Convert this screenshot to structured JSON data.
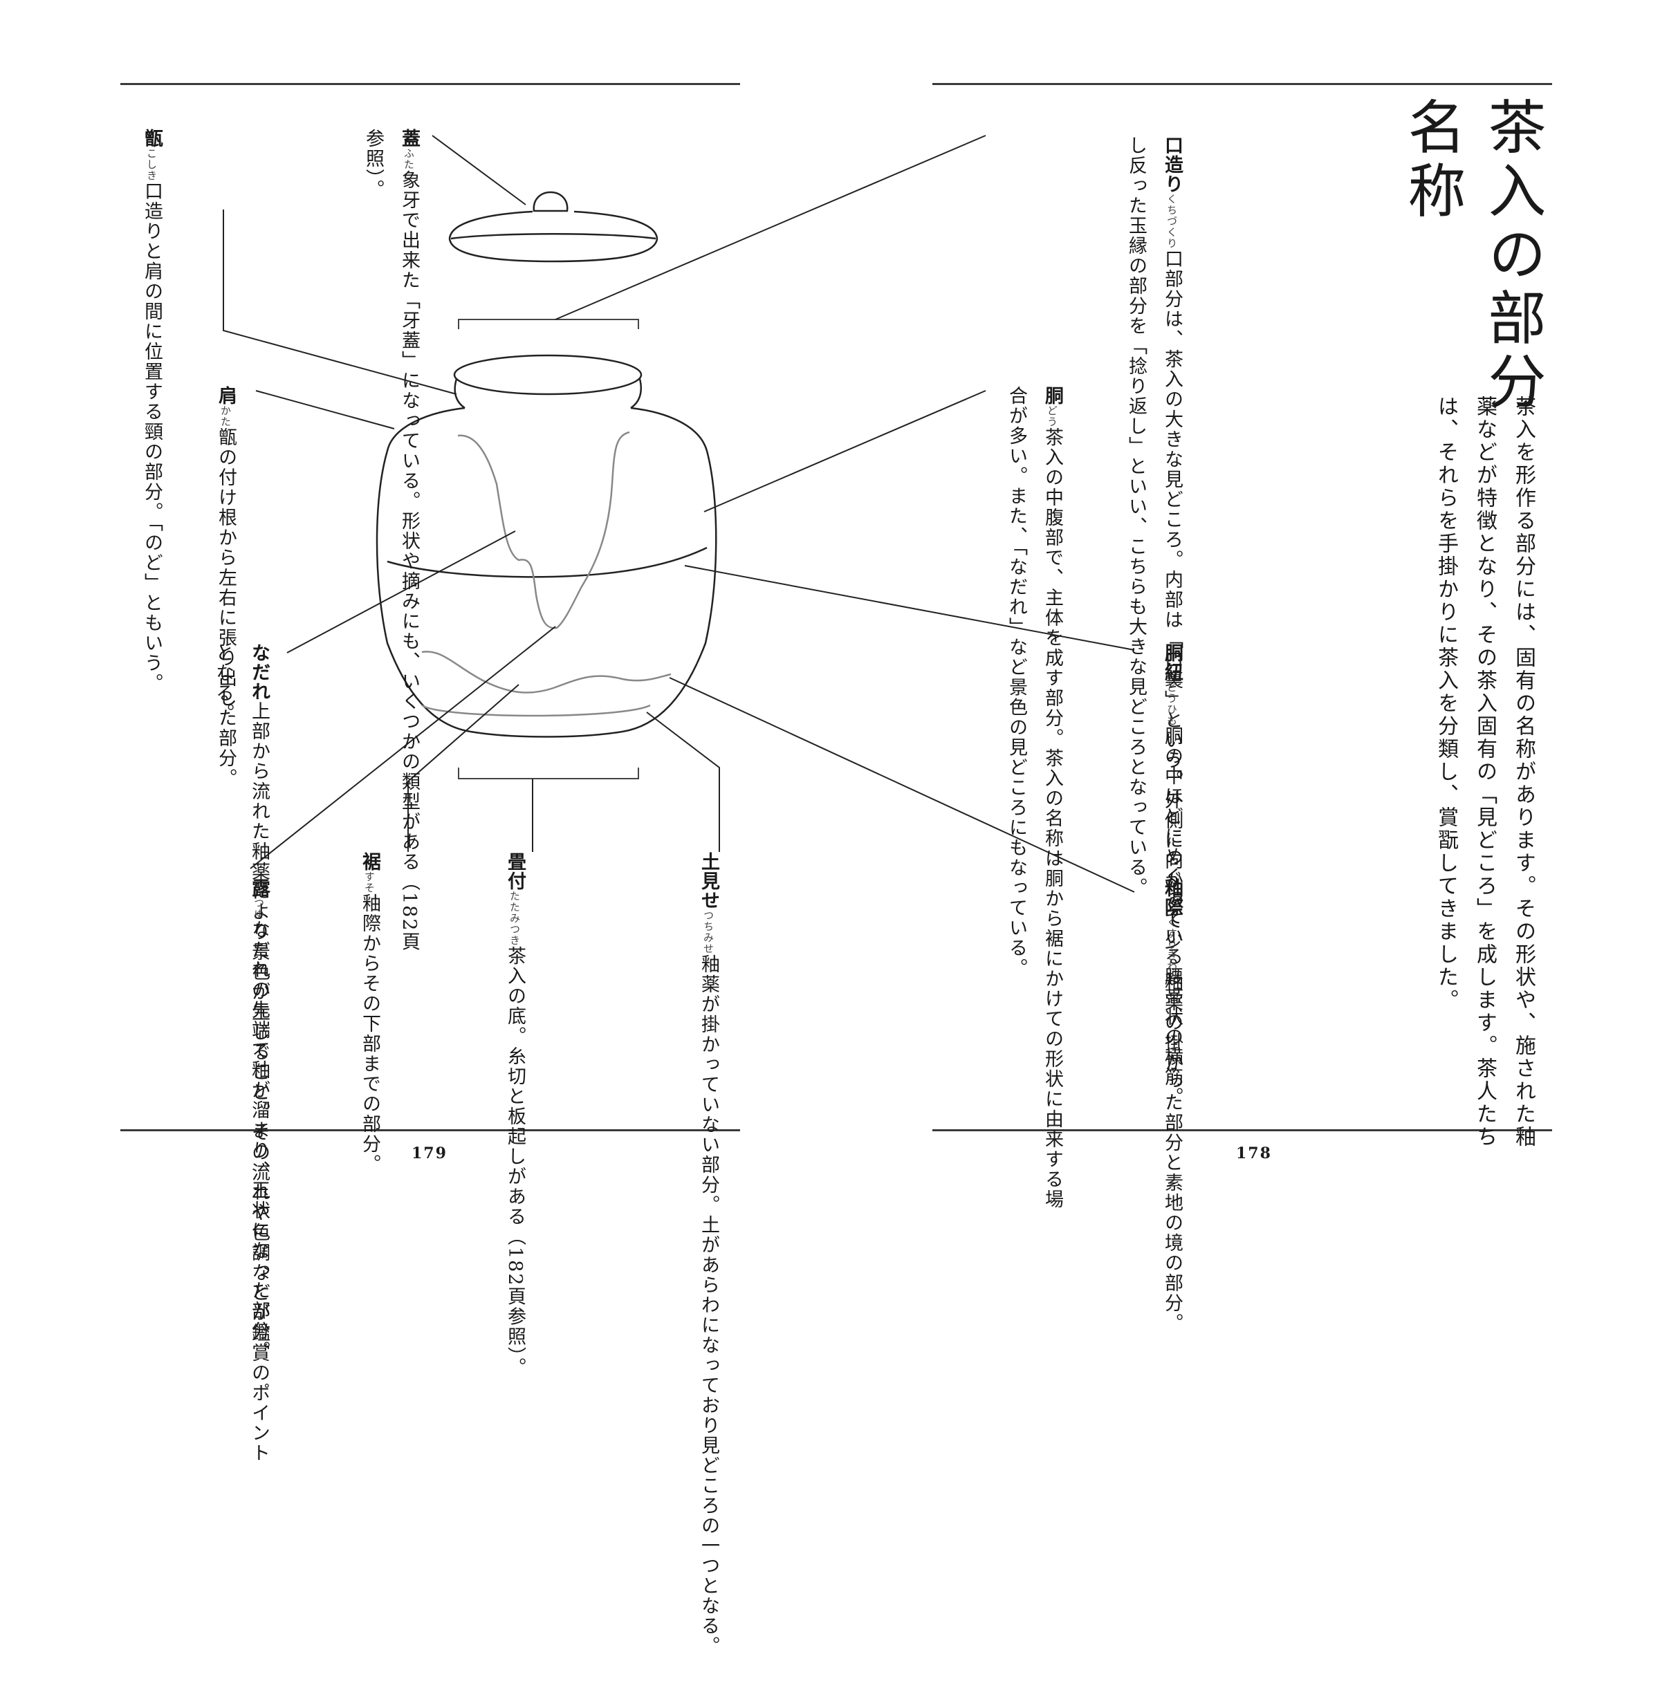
{
  "page_numbers": {
    "left": "179",
    "right": "178"
  },
  "heading": "茶入の部分名称",
  "intro": "茶入を形作る部分には、固有の名称があります。その形状や、施された釉薬などが特徴となり、その茶入固有の「見どころ」を成します。茶人たちは、それらを手掛かりに茶入を分類し、賞翫してきました。",
  "entries": {
    "kuchizukuri": {
      "title": "口造り",
      "reading": "くちづくり",
      "text": "口部分は、茶入の大きな見どころ。内部は「口裏」という。外側に向かって少し反った玉縁の部分を「捻り返し」といい、こちらも大きな見どころとなっている。"
    },
    "futa": {
      "title": "蓋",
      "reading": "ふた",
      "text": "象牙で出来た「牙蓋」になっている。形状や摘みにも、いくつかの類型がある（182頁参照）。"
    },
    "koshiki": {
      "title": "甑",
      "reading": "こしき",
      "text": "口造りと肩の間に位置する頸の部分。「のど」ともいう。"
    },
    "kata": {
      "title": "肩",
      "reading": "かた",
      "text": "甑の付け根から左右に張り出した部分。"
    },
    "dou": {
      "title": "胴",
      "reading": "どう",
      "text": "茶入の中腹部で、主体を成す部分。茶入の名称は胴から裾にかけての形状に由来する場合が多い。また、「なだれ」など景色の見どころにもなっている。"
    },
    "douhimo": {
      "title": "胴紐",
      "reading": "どうひも",
      "text": "胴の中ほどにめぐっている腰帯状の横筋。"
    },
    "kusurigiwa": {
      "title": "釉際",
      "reading": "くすりぎわ",
      "text": "釉薬の掛かった部分と素地の境の部分。"
    },
    "nadare": {
      "title": "なだれ",
      "reading": "",
      "text": "上部から流れた釉薬により景色が生じること。その流れや色調などが鑑賞のポイントとなる。"
    },
    "tsuyu": {
      "title": "露",
      "reading": "つゆ",
      "text": "なだれの先端で釉が溜まり、玉状になった部分。"
    },
    "suso": {
      "title": "裾",
      "reading": "すそ",
      "text": "釉際からその下部までの部分。"
    },
    "tatamitsuki": {
      "title": "畳付",
      "reading": "たたみつき",
      "text": "茶入の底。糸切と板起しがある（182頁参照）。"
    },
    "tsuchimise": {
      "title": "土見せ",
      "reading": "つちみせ",
      "text": "釉薬が掛かっていない部分。土があらわになっており見どころの一つとなる。"
    }
  }
}
